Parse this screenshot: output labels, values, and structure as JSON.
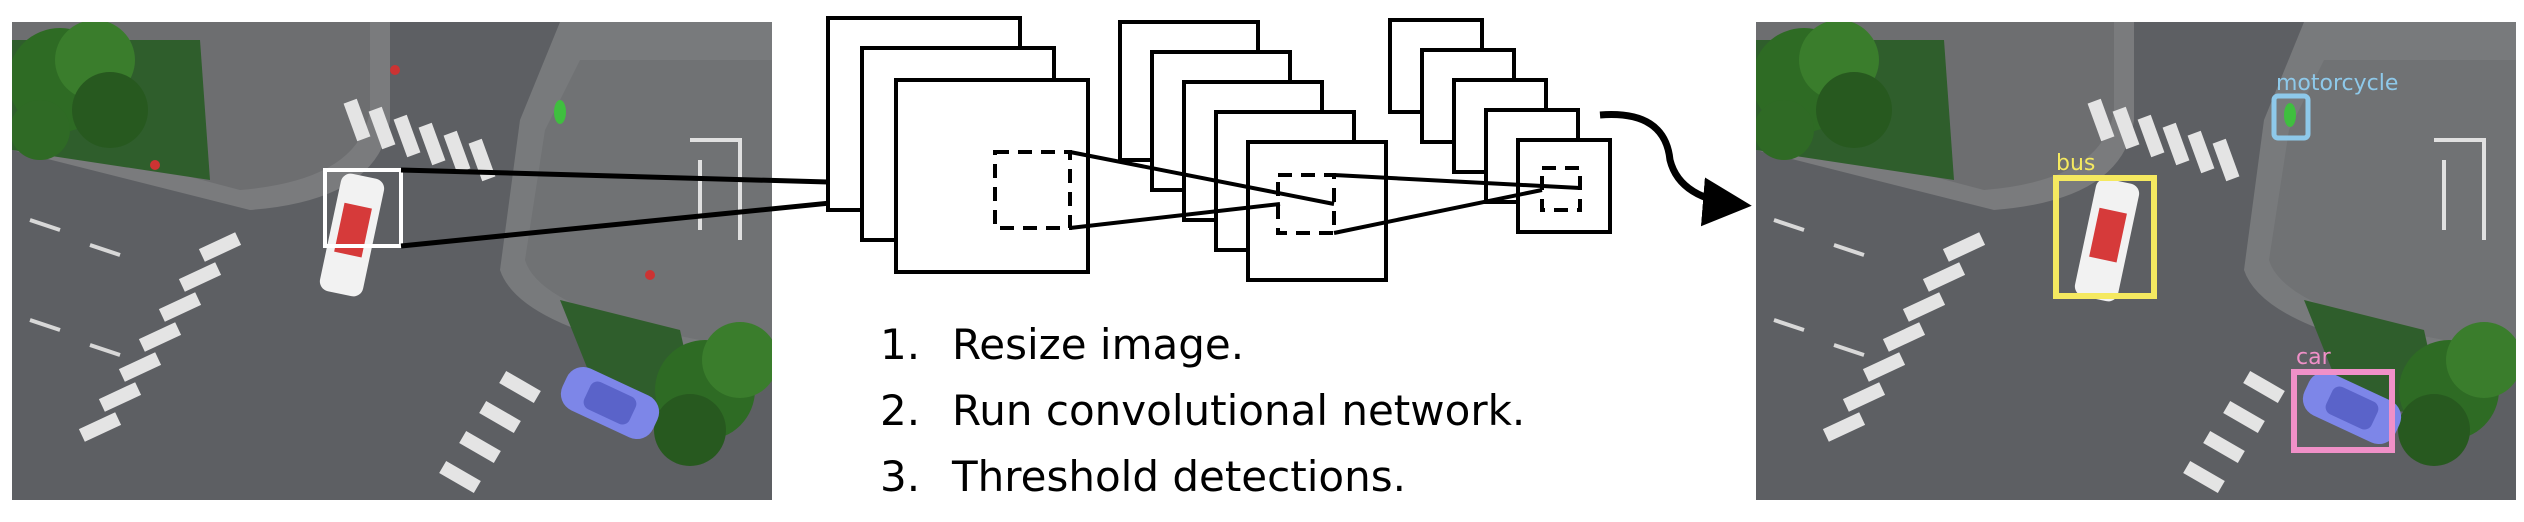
{
  "steps": [
    {
      "number": "1.",
      "text": "Resize image."
    },
    {
      "number": "2.",
      "text": "Run convolutional network."
    },
    {
      "number": "3.",
      "text": "Threshold detections."
    }
  ],
  "detections": [
    {
      "label": "bus",
      "color": "#f5e960"
    },
    {
      "label": "motorcycle",
      "color": "#8ec9ea"
    },
    {
      "label": "car",
      "color": "#f090c8"
    }
  ],
  "colors": {
    "road": "#5d5f63",
    "grass": "#2f5e2c",
    "tree": "#2e6b24",
    "crosswalk": "#e4e4e4",
    "selection_box": "#ffffff",
    "line": "#000000"
  }
}
